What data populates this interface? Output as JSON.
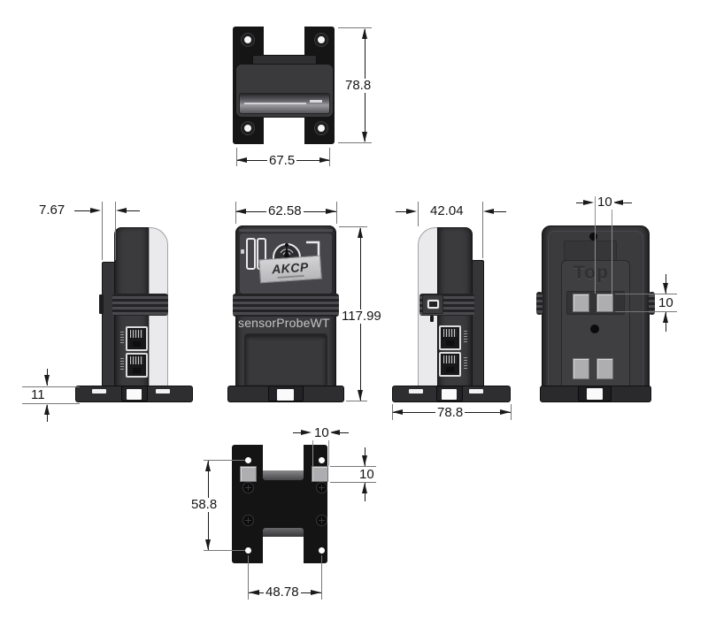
{
  "device": {
    "brand": "AKCP",
    "model": "sensorProbeWT",
    "rear_label": "Top"
  },
  "dimensions": {
    "top_view": {
      "height": "78.8",
      "width": "67.5"
    },
    "left_view": {
      "mount_tab_width": "7.67",
      "base_height": "11"
    },
    "front_view": {
      "width": "62.58",
      "height": "117.99"
    },
    "right_view": {
      "depth": "42.04",
      "base_width": "78.8"
    },
    "rear_view": {
      "square_width": "10",
      "square_height": "10"
    },
    "bottom_view": {
      "slot_width": "10",
      "slot_depth": "10",
      "hole_span_vertical": "58.8",
      "hole_span_horizontal": "48.78"
    }
  },
  "colors": {
    "background": "#ffffff",
    "body_dark_gray": "#3b3b3d",
    "bracket_black": "#151515",
    "base_gray": "#2e2e30",
    "translucent_cover": "#eaeaec",
    "label_gray": "#c6c6c8",
    "square_gray": "#aeaeb0",
    "dimension_line": "#1a1a1a",
    "model_text": "#c4c4c6"
  }
}
